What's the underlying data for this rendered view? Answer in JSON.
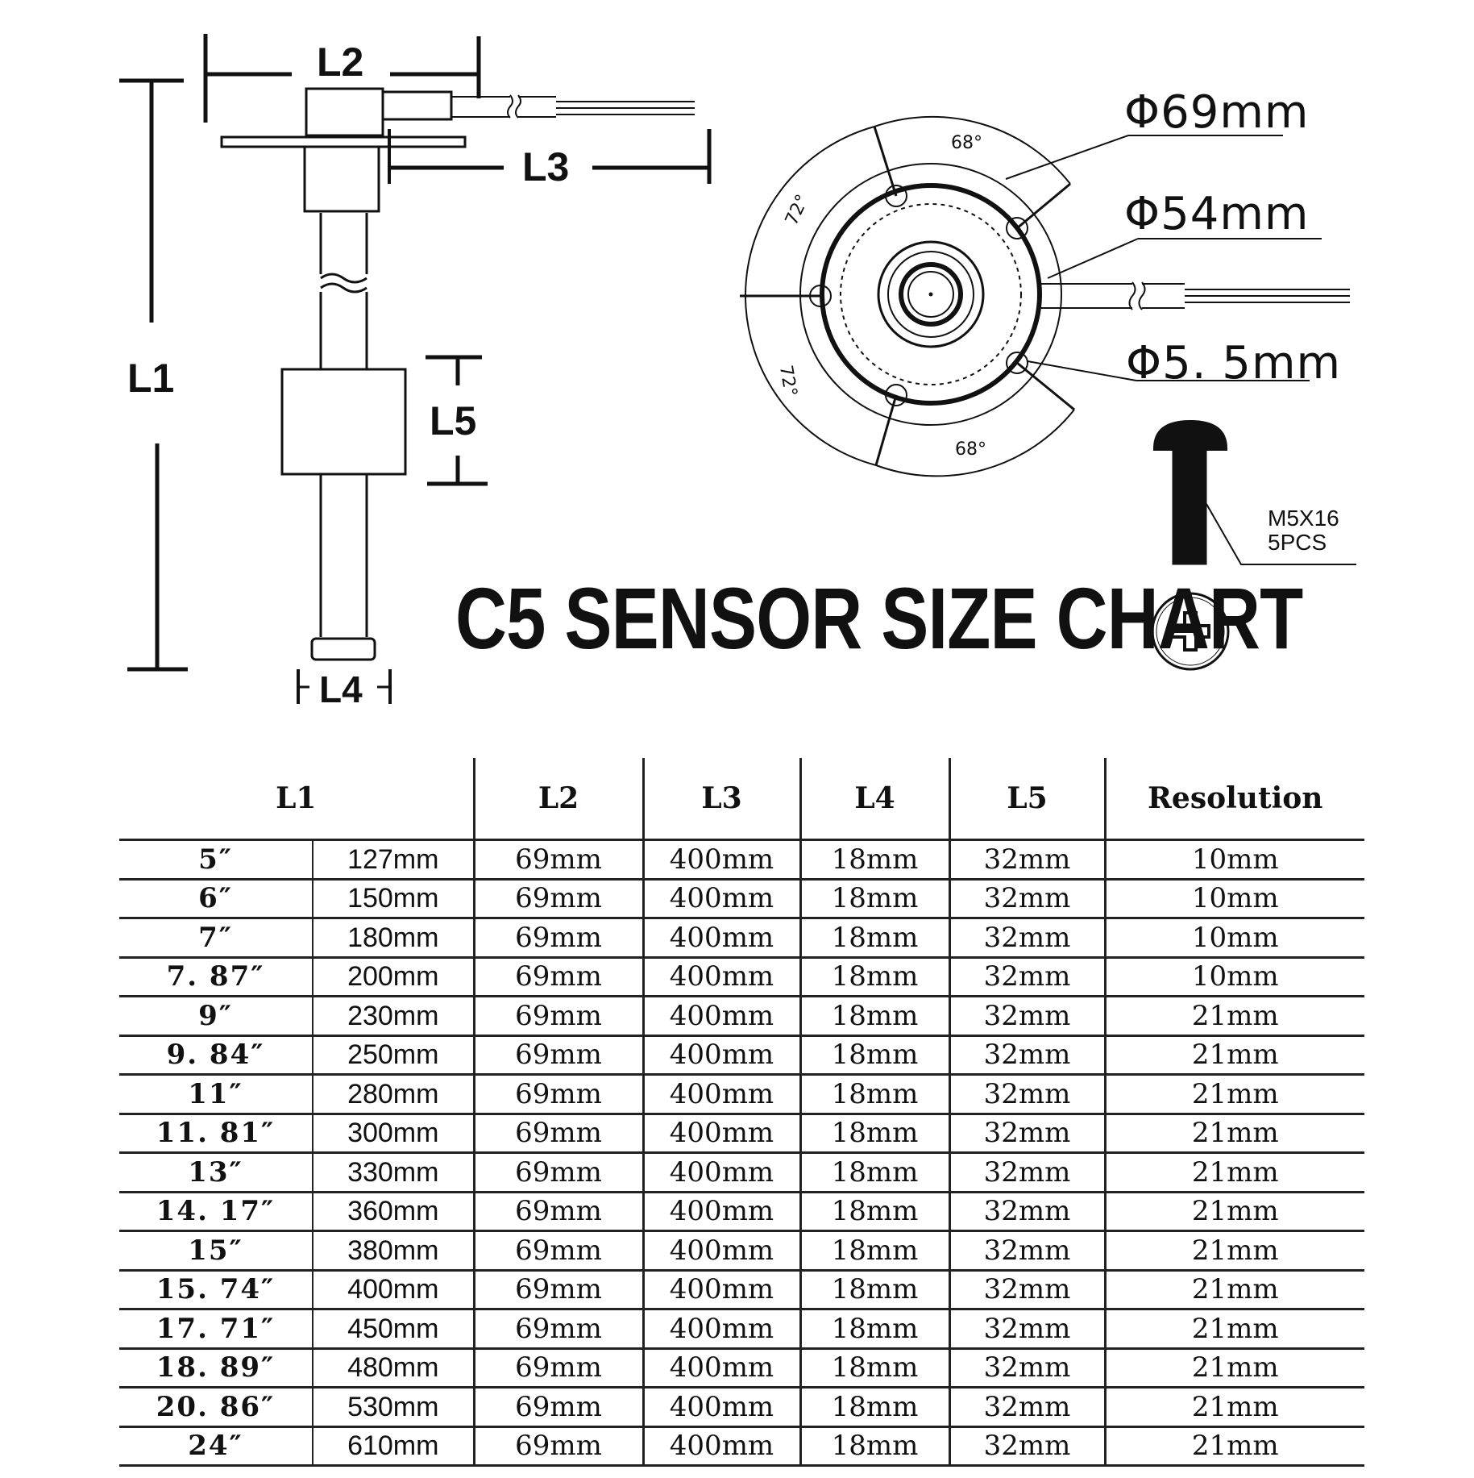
{
  "diagram": {
    "dimension_labels": {
      "l1": "L1",
      "l2": "L2",
      "l3": "L3",
      "l4": "L4",
      "l5": "L5"
    },
    "specs": {
      "outer_diameter": "Φ69mm",
      "inner_diameter": "Φ54mm",
      "hole_diameter": "Φ5. 5mm"
    },
    "angles": {
      "top": "68°",
      "upper_left": "72°",
      "lower_left": "72°",
      "bottom": "68°"
    },
    "screw": {
      "size": "M5X16",
      "quantity": "5PCS"
    },
    "title": "C5 SENSOR SIZE CHART"
  },
  "table": {
    "headers": {
      "l1": "L1",
      "l2": "L2",
      "l3": "L3",
      "l4": "L4",
      "l5": "L5",
      "resolution": "Resolution"
    },
    "rows": [
      {
        "inch": "5″",
        "mm": "127mm",
        "l2": "69mm",
        "l3": "400mm",
        "l4": "18mm",
        "l5": "32mm",
        "res": "10mm"
      },
      {
        "inch": "6″",
        "mm": "150mm",
        "l2": "69mm",
        "l3": "400mm",
        "l4": "18mm",
        "l5": "32mm",
        "res": "10mm"
      },
      {
        "inch": "7″",
        "mm": "180mm",
        "l2": "69mm",
        "l3": "400mm",
        "l4": "18mm",
        "l5": "32mm",
        "res": "10mm"
      },
      {
        "inch": "7. 87″",
        "mm": "200mm",
        "l2": "69mm",
        "l3": "400mm",
        "l4": "18mm",
        "l5": "32mm",
        "res": "10mm"
      },
      {
        "inch": "9″",
        "mm": "230mm",
        "l2": "69mm",
        "l3": "400mm",
        "l4": "18mm",
        "l5": "32mm",
        "res": "21mm"
      },
      {
        "inch": "9. 84″",
        "mm": "250mm",
        "l2": "69mm",
        "l3": "400mm",
        "l4": "18mm",
        "l5": "32mm",
        "res": "21mm"
      },
      {
        "inch": "11″",
        "mm": "280mm",
        "l2": "69mm",
        "l3": "400mm",
        "l4": "18mm",
        "l5": "32mm",
        "res": "21mm"
      },
      {
        "inch": "11. 81″",
        "mm": "300mm",
        "l2": "69mm",
        "l3": "400mm",
        "l4": "18mm",
        "l5": "32mm",
        "res": "21mm"
      },
      {
        "inch": "13″",
        "mm": "330mm",
        "l2": "69mm",
        "l3": "400mm",
        "l4": "18mm",
        "l5": "32mm",
        "res": "21mm"
      },
      {
        "inch": "14. 17″",
        "mm": "360mm",
        "l2": "69mm",
        "l3": "400mm",
        "l4": "18mm",
        "l5": "32mm",
        "res": "21mm"
      },
      {
        "inch": "15″",
        "mm": "380mm",
        "l2": "69mm",
        "l3": "400mm",
        "l4": "18mm",
        "l5": "32mm",
        "res": "21mm"
      },
      {
        "inch": "15. 74″",
        "mm": "400mm",
        "l2": "69mm",
        "l3": "400mm",
        "l4": "18mm",
        "l5": "32mm",
        "res": "21mm"
      },
      {
        "inch": "17. 71″",
        "mm": "450mm",
        "l2": "69mm",
        "l3": "400mm",
        "l4": "18mm",
        "l5": "32mm",
        "res": "21mm"
      },
      {
        "inch": "18. 89″",
        "mm": "480mm",
        "l2": "69mm",
        "l3": "400mm",
        "l4": "18mm",
        "l5": "32mm",
        "res": "21mm"
      },
      {
        "inch": "20. 86″",
        "mm": "530mm",
        "l2": "69mm",
        "l3": "400mm",
        "l4": "18mm",
        "l5": "32mm",
        "res": "21mm"
      },
      {
        "inch": "24″",
        "mm": "610mm",
        "l2": "69mm",
        "l3": "400mm",
        "l4": "18mm",
        "l5": "32mm",
        "res": "21mm"
      }
    ]
  }
}
